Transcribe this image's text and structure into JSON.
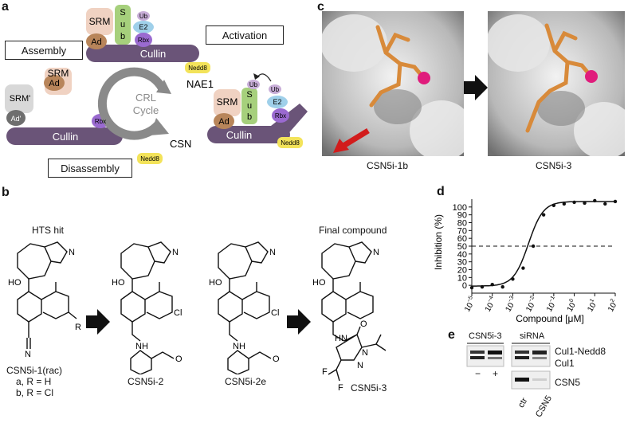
{
  "panels": {
    "a": {
      "label": "a",
      "assembly": "Assembly",
      "activation": "Activation",
      "disassembly": "Disassembly",
      "cycle_line1": "CRL",
      "cycle_line2": "Cycle",
      "nae1": "NAE1",
      "csn": "CSN",
      "srm": "SRM",
      "srm_prime": "SRM'",
      "ad": "Ad",
      "ad_prime": "Ad'",
      "cullin": "Cullin",
      "rbx": "Rbx",
      "ub": "Ub",
      "e2": "E2",
      "nedd8": "Nedd8",
      "sub_s": "S",
      "sub_u": "u",
      "sub_b": "b"
    },
    "b": {
      "label": "b",
      "hts_hit": "HTS hit",
      "final_compound": "Final compound",
      "cpd1_name": "CSN5i-1(rac)",
      "cpd1_a": "a, R = H",
      "cpd1_b": "b, R = Cl",
      "cpd2": "CSN5i-2",
      "cpd2e": "CSN5i-2e",
      "cpd3": "CSN5i-3",
      "atom_N": "N",
      "atom_HO": "HO",
      "atom_R": "R",
      "atom_Cl": "Cl",
      "atom_NH": "NH",
      "atom_O": "O",
      "atom_HN": "HN",
      "atom_F": "F",
      "atom_N2": "N",
      "atom_N3": "N"
    },
    "c": {
      "label": "c",
      "left": "CSN5i-1b",
      "right": "CSN5i-3"
    },
    "d": {
      "label": "d",
      "ylabel": "Inhibition (%)",
      "xlabel": "Compound [μM]"
    },
    "e": {
      "label": "e",
      "csn5i3": "CSN5i-3",
      "sirna": "siRNA",
      "minus": "−",
      "plus": "+",
      "cul1_nedd8": "Cul1-Nedd8",
      "cul1": "Cul1",
      "csn5": "CSN5",
      "ctr": "ctr",
      "csn5_lane": "CSN5"
    }
  },
  "chart_data": {
    "type": "scatter",
    "title": "",
    "xlabel": "Compound [μM]",
    "ylabel": "Inhibition (%)",
    "x_scale": "log",
    "x_tick_exponents": [
      -5,
      -4,
      -3,
      -2,
      -1,
      0,
      1,
      2
    ],
    "xlim": [
      1e-05,
      100
    ],
    "ylim": [
      -10,
      110
    ],
    "y_ticks": [
      0,
      10,
      20,
      30,
      40,
      50,
      60,
      70,
      80,
      90,
      100
    ],
    "reference_line_y": 50,
    "x": [
      1e-05,
      3.2e-05,
      0.0001,
      0.00032,
      0.001,
      0.0032,
      0.01,
      0.032,
      0.1,
      0.32,
      1,
      3.2,
      10,
      32,
      100
    ],
    "y": [
      -3,
      -2,
      1,
      -2,
      8,
      22,
      50,
      90,
      102,
      104,
      106,
      105,
      108,
      104,
      107
    ],
    "fit": {
      "bottom": -1,
      "top": 107,
      "ic50": 0.0058,
      "hill": 1.2
    },
    "grid": false
  }
}
